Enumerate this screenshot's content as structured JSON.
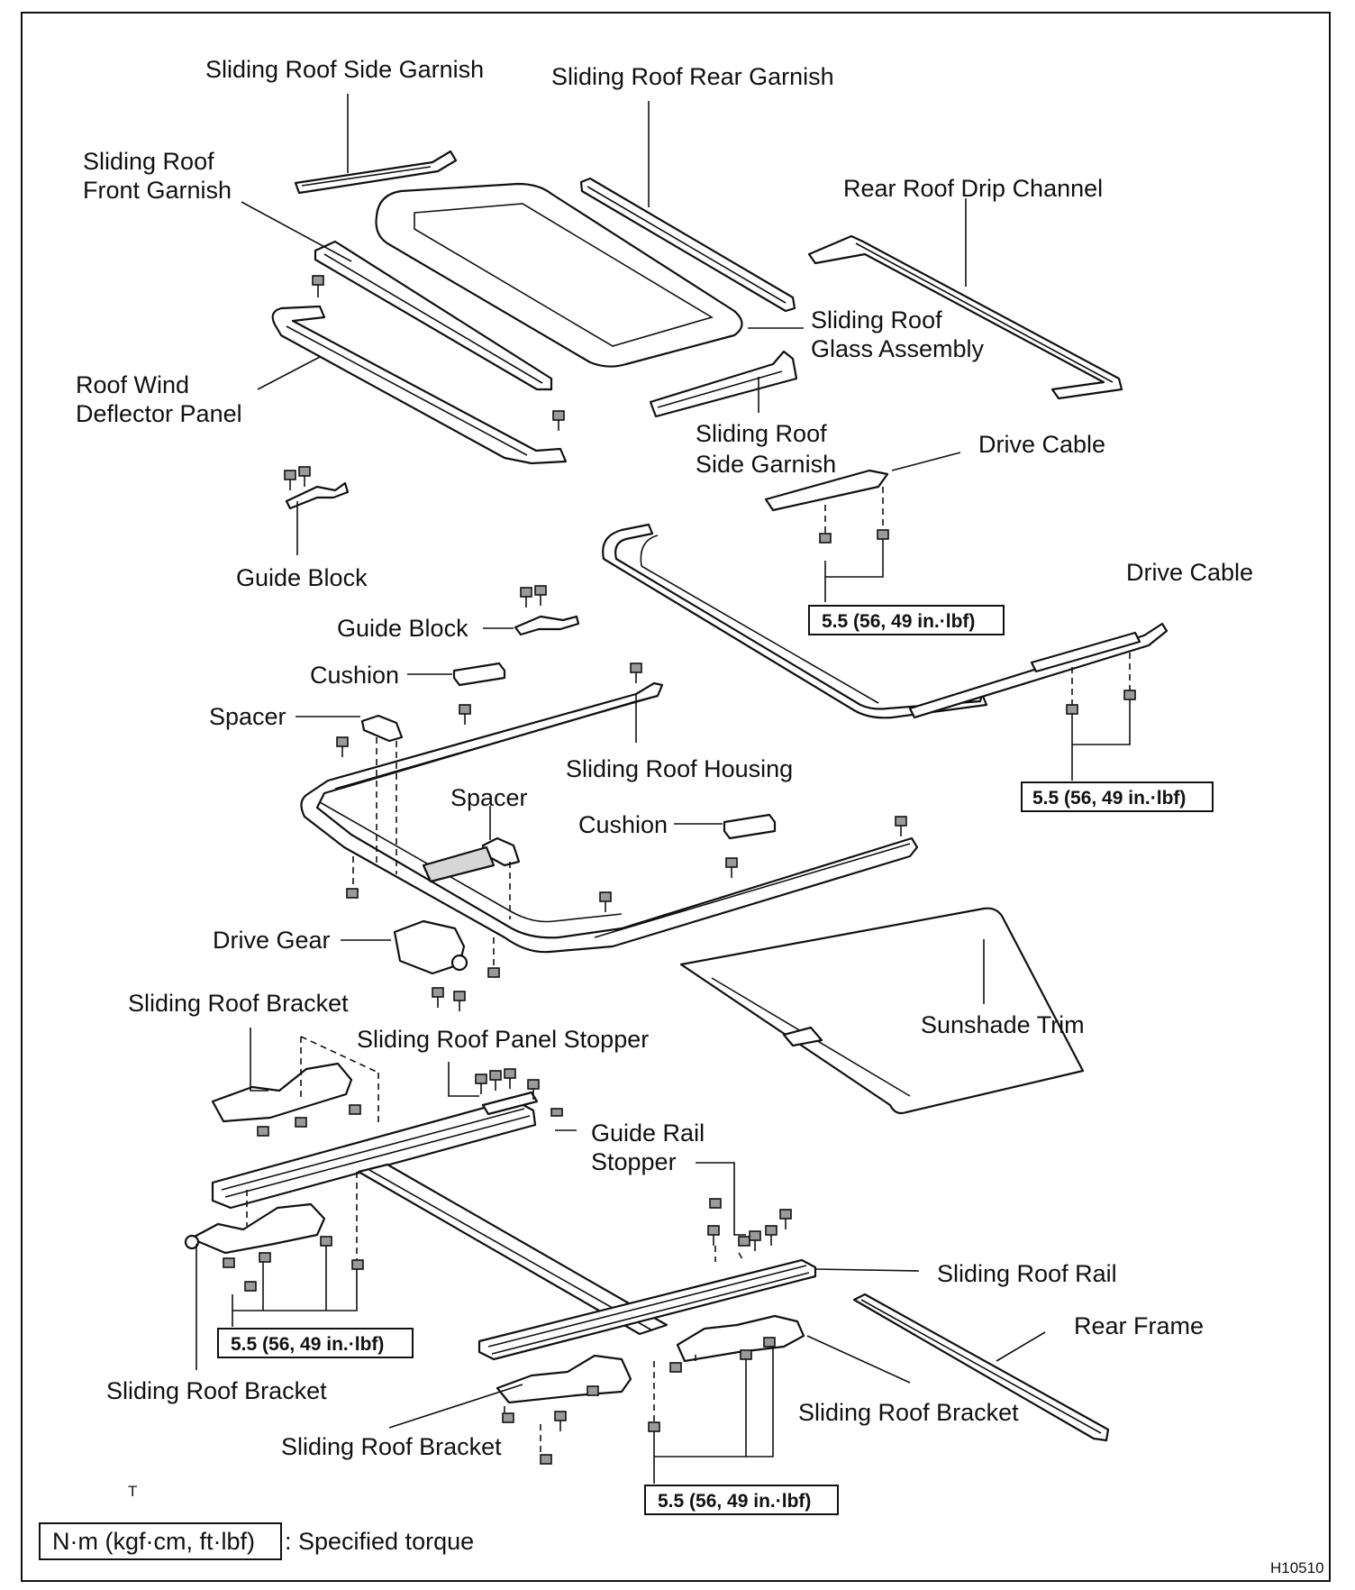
{
  "labels": {
    "side_garnish_top": "Sliding Roof Side Garnish",
    "rear_garnish": "Sliding Roof Rear Garnish",
    "front_garnish_1": "Sliding Roof",
    "front_garnish_2": "Front Garnish",
    "rear_drip_channel": "Rear Roof Drip Channel",
    "glass_assembly_1": "Sliding Roof",
    "glass_assembly_2": "Glass Assembly",
    "wind_deflector_1": "Roof Wind",
    "wind_deflector_2": "Deflector Panel",
    "side_garnish_mid_1": "Sliding Roof",
    "side_garnish_mid_2": "Side Garnish",
    "drive_cable_1": "Drive Cable",
    "drive_cable_2": "Drive Cable",
    "guide_block_1": "Guide Block",
    "guide_block_2": "Guide Block",
    "cushion_1": "Cushion",
    "cushion_2": "Cushion",
    "spacer_1": "Spacer",
    "spacer_2": "Spacer",
    "housing": "Sliding Roof Housing",
    "drive_gear": "Drive Gear",
    "bracket_top_left": "Sliding Roof Bracket",
    "panel_stopper": "Sliding Roof Panel Stopper",
    "sunshade_trim": "Sunshade Trim",
    "guide_rail_stopper_1": "Guide Rail",
    "guide_rail_stopper_2": "Stopper",
    "roof_rail": "Sliding Roof Rail",
    "rear_frame": "Rear Frame",
    "bracket_bottom_left": "Sliding Roof Bracket",
    "bracket_bottom_mid": "Sliding Roof Bracket",
    "bracket_bottom_right": "Sliding Roof Bracket",
    "t_mark": "T"
  },
  "torque_specs": [
    "5.5 (56, 49 in.·lbf)",
    "5.5 (56, 49 in.·lbf)",
    "5.5 (56, 49 in.·lbf)",
    "5.5 (56, 49 in.·lbf)"
  ],
  "legend": {
    "unit_box": "N·m (kgf·cm, ft·lbf)",
    "description": ": Specified torque"
  },
  "figure_code": "H10510"
}
